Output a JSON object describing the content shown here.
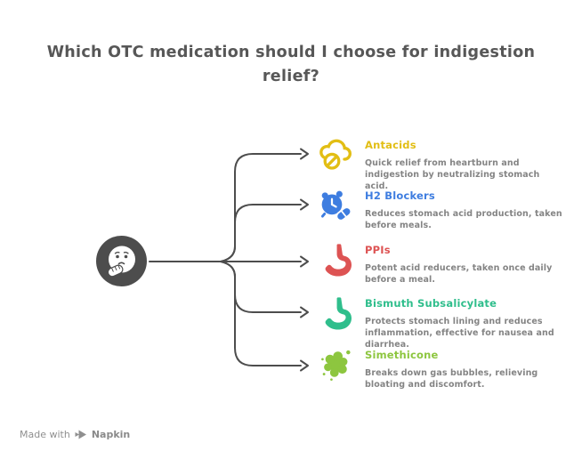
{
  "title": "Which OTC medication should I choose for indigestion relief?",
  "items": [
    {
      "label": "Antacids",
      "description": "Quick relief from heartburn and indigestion by neutralizing stomach acid.",
      "color": "#E2BE14",
      "icon": "antacid-cloud-no-sign-icon"
    },
    {
      "label": "H2 Blockers",
      "description": "Reduces stomach acid production, taken before meals.",
      "color": "#3E7DE0",
      "icon": "alarm-clock-pill-icon"
    },
    {
      "label": "PPIs",
      "description": "Potent acid reducers, taken once daily before a meal.",
      "color": "#DD5353",
      "icon": "stomach-icon"
    },
    {
      "label": "Bismuth Subsalicylate",
      "description": "Protects stomach lining and reduces inflammation, effective for nausea and diarrhea.",
      "color": "#2FBE8C",
      "icon": "stomach-lining-icon"
    },
    {
      "label": "Simethicone",
      "description": "Breaks down gas bubbles, relieving bloating and discomfort.",
      "color": "#8DC63F",
      "icon": "gas-bubbles-splat-icon"
    }
  ],
  "footer": {
    "made_with": "Made with",
    "brand": "Napkin"
  },
  "colors": {
    "title": "#575757",
    "description": "#848484",
    "connector": "#4D4D4D",
    "node_background": "#4D4D4D",
    "background": "#FFFFFF",
    "footer_text": "#8F8F8F"
  }
}
